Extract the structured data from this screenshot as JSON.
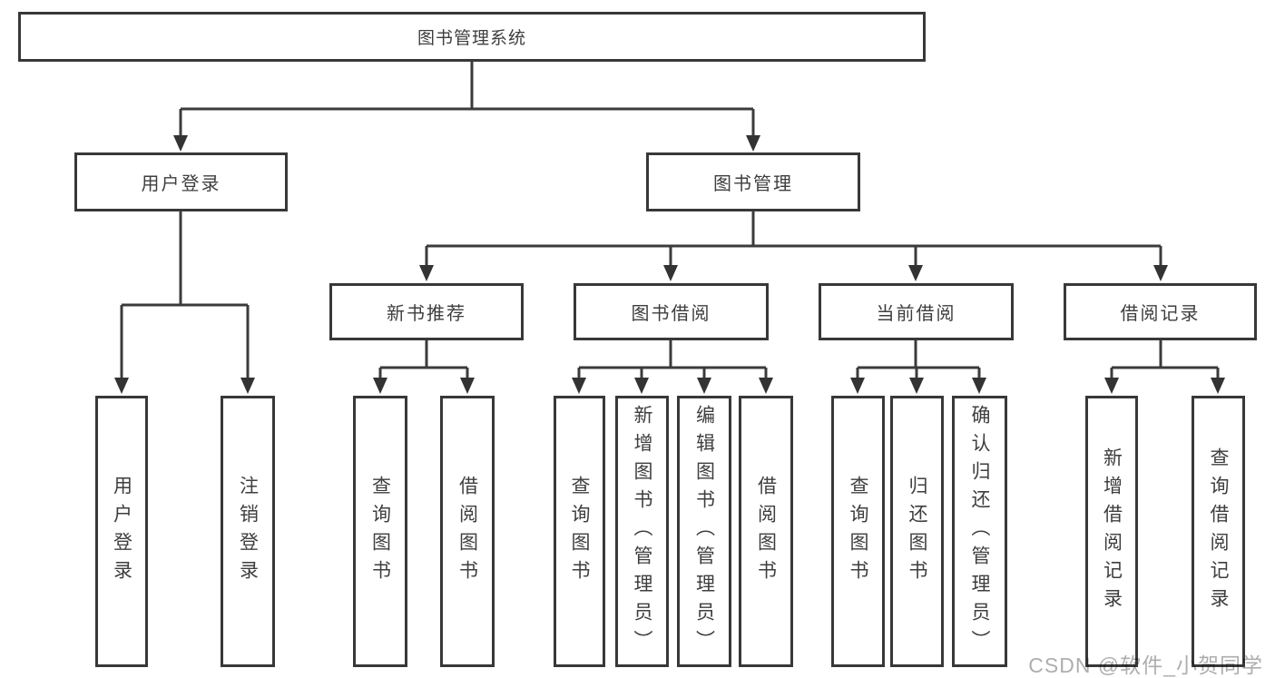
{
  "colors": {
    "background": "#ffffff",
    "line": "#3b3b3b",
    "box_border": "#383838",
    "text": "#3e3e3e",
    "watermark": "#aeaeae"
  },
  "diagram": {
    "root": {
      "label": "图书管理系统"
    },
    "level2": [
      {
        "label": "用户登录"
      },
      {
        "label": "图书管理"
      }
    ],
    "level3": [
      {
        "label": "新书推荐"
      },
      {
        "label": "图书借阅"
      },
      {
        "label": "当前借阅"
      },
      {
        "label": "借阅记录"
      }
    ],
    "leaves": {
      "user_login": [
        "用户登录",
        "注销登录"
      ],
      "new_book_recommend": [
        "查询图书",
        "借阅图书"
      ],
      "book_borrowing": [
        "查询图书",
        "新增图书（管理员）",
        "编辑图书（管理员）",
        "借阅图书"
      ],
      "current_borrowing": [
        "查询图书",
        "归还图书",
        "确认归还（管理员）"
      ],
      "borrowing_records": [
        "新增借阅记录",
        "查询借阅记录"
      ]
    }
  },
  "watermark": {
    "text": "CSDN @软件_小贺同学"
  }
}
